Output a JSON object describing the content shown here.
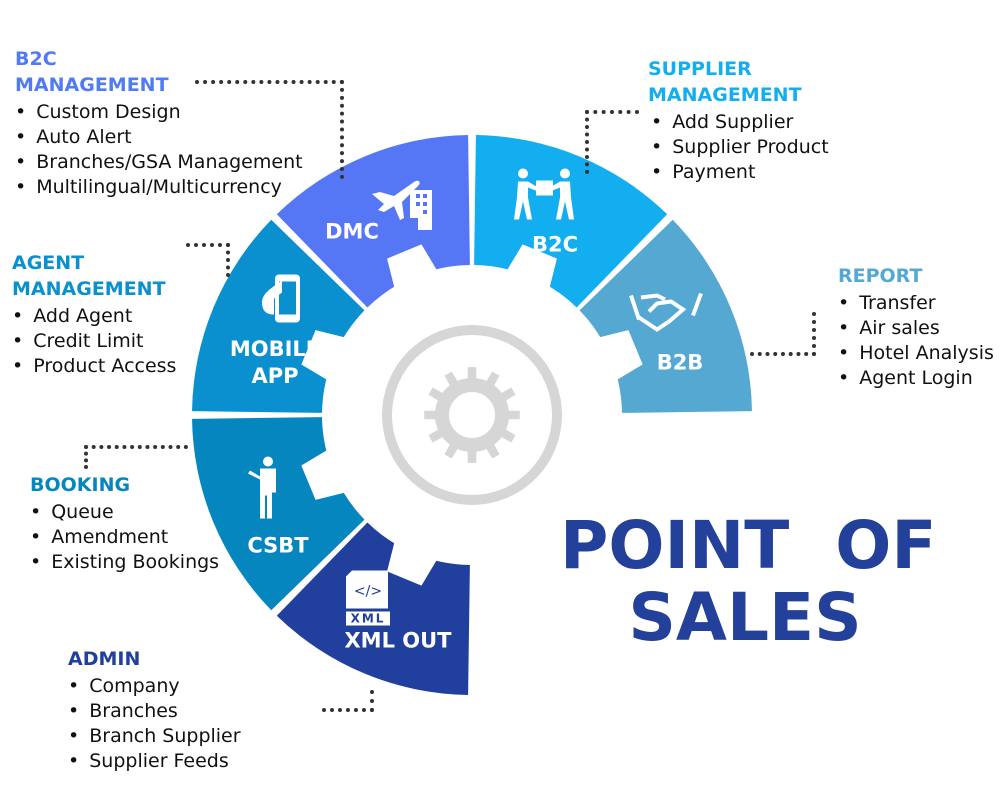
{
  "title": {
    "line1": "POINT  OF",
    "line2": "SALES"
  },
  "segments": [
    {
      "label": "B2C",
      "icon": "people-carrying-box-icon",
      "color": "#12aef0"
    },
    {
      "label": "B2B",
      "icon": "handshake-icon",
      "color": "#55a8d2"
    },
    {
      "label": "XML OUT",
      "icon": "xml-file-icon",
      "icon_text": "XML",
      "color": "#213f9c"
    },
    {
      "label": "CSBT",
      "icon": "presenter-icon",
      "color": "#0586bf"
    },
    {
      "label": "MOBILE APP",
      "line1": "MOBILE",
      "line2": "APP",
      "icon": "mobile-phone-hand-icon",
      "color": "#0a8fcf"
    },
    {
      "label": "DMC",
      "icon": "plane-building-icon",
      "color": "#5577f5"
    }
  ],
  "blocks": {
    "b2c": {
      "heading1": "B2C",
      "heading2": "MANAGEMENT",
      "color": "#4f7cf5",
      "items": [
        "Custom Design",
        "Auto Alert",
        "Branches/GSA Management",
        "Multilingual/Multicurrency"
      ]
    },
    "supplier": {
      "heading1": "SUPPLIER",
      "heading2": "MANAGEMENT",
      "color": "#12aef0",
      "items": [
        "Add Supplier",
        "Supplier Product",
        "Payment"
      ]
    },
    "report": {
      "heading1": "REPORT",
      "color": "#55a8d2",
      "items": [
        "Transfer",
        "Air sales",
        "Hotel Analysis",
        "Agent Login"
      ]
    },
    "agent": {
      "heading1": "AGENT",
      "heading2": "MANAGEMENT",
      "color": "#0a8fcf",
      "items": [
        "Add Agent",
        "Credit Limit",
        "Product Access"
      ]
    },
    "booking": {
      "heading1": "BOOKING",
      "color": "#0586bf",
      "items": [
        "Queue",
        "Amendment",
        "Existing Bookings"
      ]
    },
    "admin": {
      "heading1": "ADMIN",
      "color": "#213f9c",
      "items": [
        "Company",
        "Branches",
        "Branch Supplier",
        "Supplier Feeds"
      ]
    }
  }
}
